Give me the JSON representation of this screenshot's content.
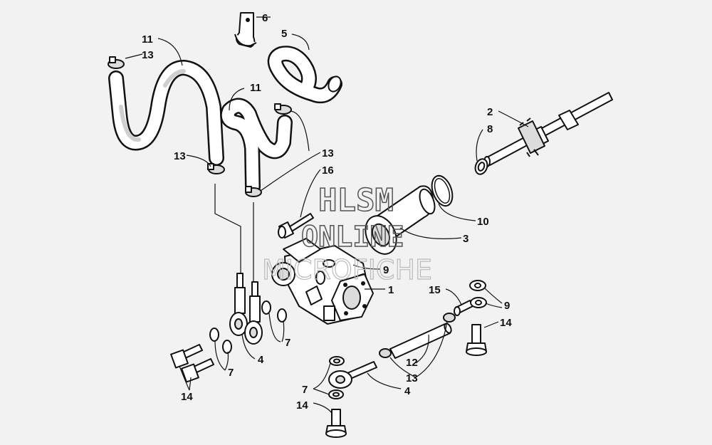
{
  "watermark": {
    "line1": "HLSM",
    "line2": "ONLINE",
    "line3": "MICROFICHE"
  },
  "callouts": [
    {
      "id": "c6",
      "text": "6"
    },
    {
      "id": "c5",
      "text": "5"
    },
    {
      "id": "c11a",
      "text": "11"
    },
    {
      "id": "c13a",
      "text": "13"
    },
    {
      "id": "c11b",
      "text": "11"
    },
    {
      "id": "c13b",
      "text": "13"
    },
    {
      "id": "c13c",
      "text": "13"
    },
    {
      "id": "c16",
      "text": "16"
    },
    {
      "id": "c2",
      "text": "2"
    },
    {
      "id": "c8",
      "text": "8"
    },
    {
      "id": "c10",
      "text": "10"
    },
    {
      "id": "c3",
      "text": "3"
    },
    {
      "id": "c9a",
      "text": "9"
    },
    {
      "id": "c1",
      "text": "1"
    },
    {
      "id": "c15",
      "text": "15"
    },
    {
      "id": "c9b",
      "text": "9"
    },
    {
      "id": "c14a",
      "text": "14"
    },
    {
      "id": "c7a",
      "text": "7"
    },
    {
      "id": "c4a",
      "text": "4"
    },
    {
      "id": "c7b",
      "text": "7"
    },
    {
      "id": "c12",
      "text": "12"
    },
    {
      "id": "c13d",
      "text": "13"
    },
    {
      "id": "c14b",
      "text": "14"
    },
    {
      "id": "c7c",
      "text": "7"
    },
    {
      "id": "c4b",
      "text": "4"
    },
    {
      "id": "c14c",
      "text": "14"
    }
  ]
}
